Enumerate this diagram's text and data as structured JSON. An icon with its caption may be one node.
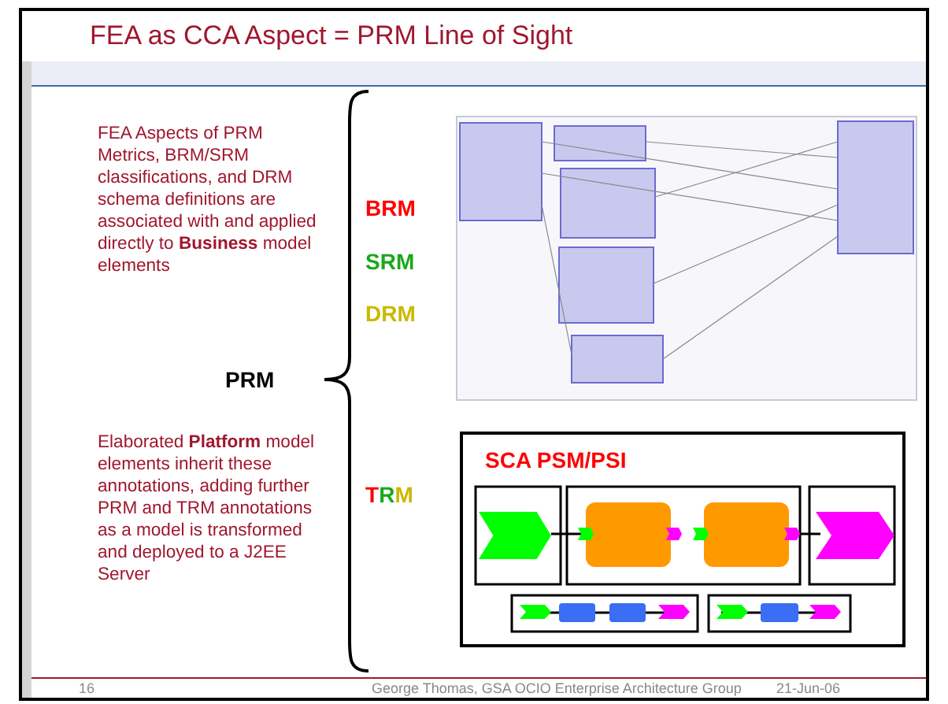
{
  "diagram": {
    "title": "FEA as CCA Aspect = PRM Line of Sight",
    "nodes": [
      {
        "text": [
          "SCA PSM/PSI"
        ]
      }
    ],
    "labels": [
      "FEA Aspects of PRM Metrics, BRM/SRM classifications, and DRM schema definitions are associated with and applied directly to **Business** model elements",
      "BRM",
      "SRM",
      "DRM",
      "PRM",
      "Elaborated **Platform** model elements inherit these annotations, adding further PRM and TRM annotations as a model is transformed and deployed to a J2EE Server",
      "TRM",
      "16",
      "George Thomas, GSA OCIO Enterprise Architecture Group",
      "21-Jun-06"
    ]
  }
}
